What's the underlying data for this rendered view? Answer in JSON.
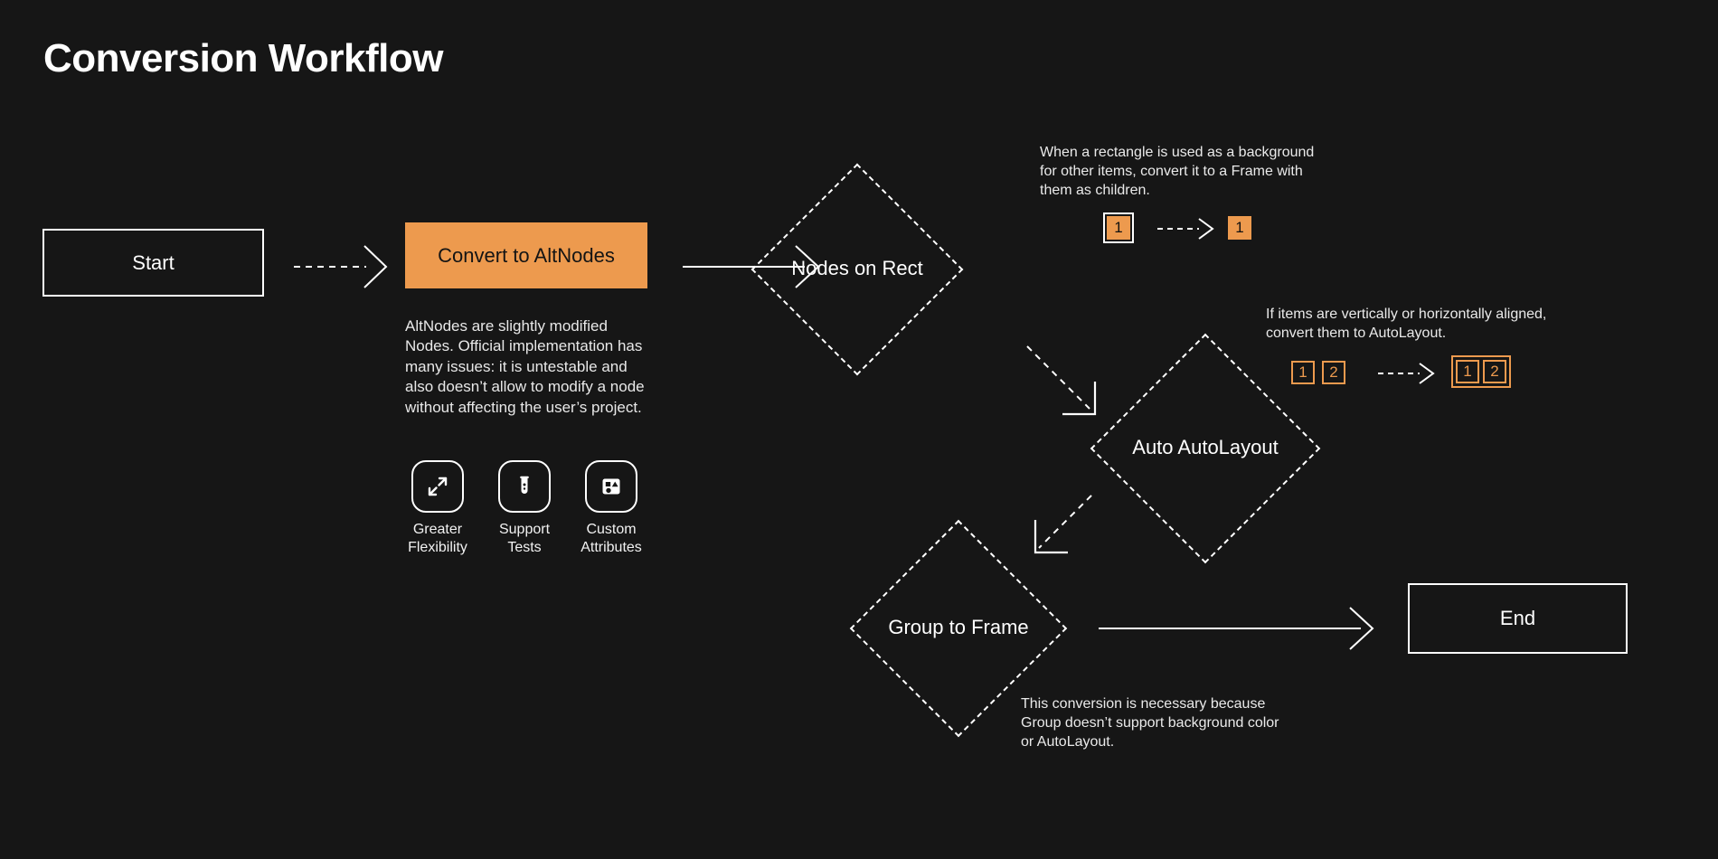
{
  "page": {
    "title": "Conversion Workflow",
    "background_color": "#161616",
    "accent_color": "#ED9A4E",
    "line_color": "#ffffff"
  },
  "nodes": {
    "start": {
      "label": "Start",
      "shape": "rectangle"
    },
    "convert": {
      "label": "Convert to AltNodes",
      "shape": "rectangle",
      "fill": "#ED9A4E",
      "description": "AltNodes are slightly modified Nodes. Official implementation has many issues: it is untestable and also doesn’t allow to modify a node without affecting the user’s project."
    },
    "nodes_on_rect": {
      "label": "Nodes on Rect",
      "shape": "diamond"
    },
    "auto_autolayout": {
      "label": "Auto AutoLayout",
      "shape": "diamond"
    },
    "group_to_frame": {
      "label": "Group to Frame",
      "shape": "diamond"
    },
    "end": {
      "label": "End",
      "shape": "rectangle"
    }
  },
  "features": [
    {
      "icon": "expand-arrows-icon",
      "label": "Greater\nFlexibility"
    },
    {
      "icon": "test-tube-icon",
      "label": "Support\nTests"
    },
    {
      "icon": "shapes-square-icon",
      "label": "Custom\nAttributes"
    }
  ],
  "notes": {
    "nodes_on_rect": {
      "text": "When a rectangle is used as a background for other items, convert it to a Frame with them as children.",
      "before": [
        "1"
      ],
      "after": [
        "1"
      ]
    },
    "auto_autolayout": {
      "text": "If items are vertically or horizontally aligned, convert them to AutoLayout.",
      "before": [
        "1",
        "2"
      ],
      "after": [
        "1",
        "2"
      ]
    },
    "group_to_frame": {
      "text": "This conversion is necessary because Group doesn’t support background color or AutoLayout."
    }
  },
  "connectors": [
    {
      "from": "start",
      "to": "convert",
      "style": "dashed"
    },
    {
      "from": "convert",
      "to": "nodes_on_rect",
      "style": "solid"
    },
    {
      "from": "nodes_on_rect",
      "to": "auto_autolayout",
      "style": "dashed"
    },
    {
      "from": "auto_autolayout",
      "to": "group_to_frame",
      "style": "dashed"
    },
    {
      "from": "group_to_frame",
      "to": "end",
      "style": "solid"
    }
  ]
}
